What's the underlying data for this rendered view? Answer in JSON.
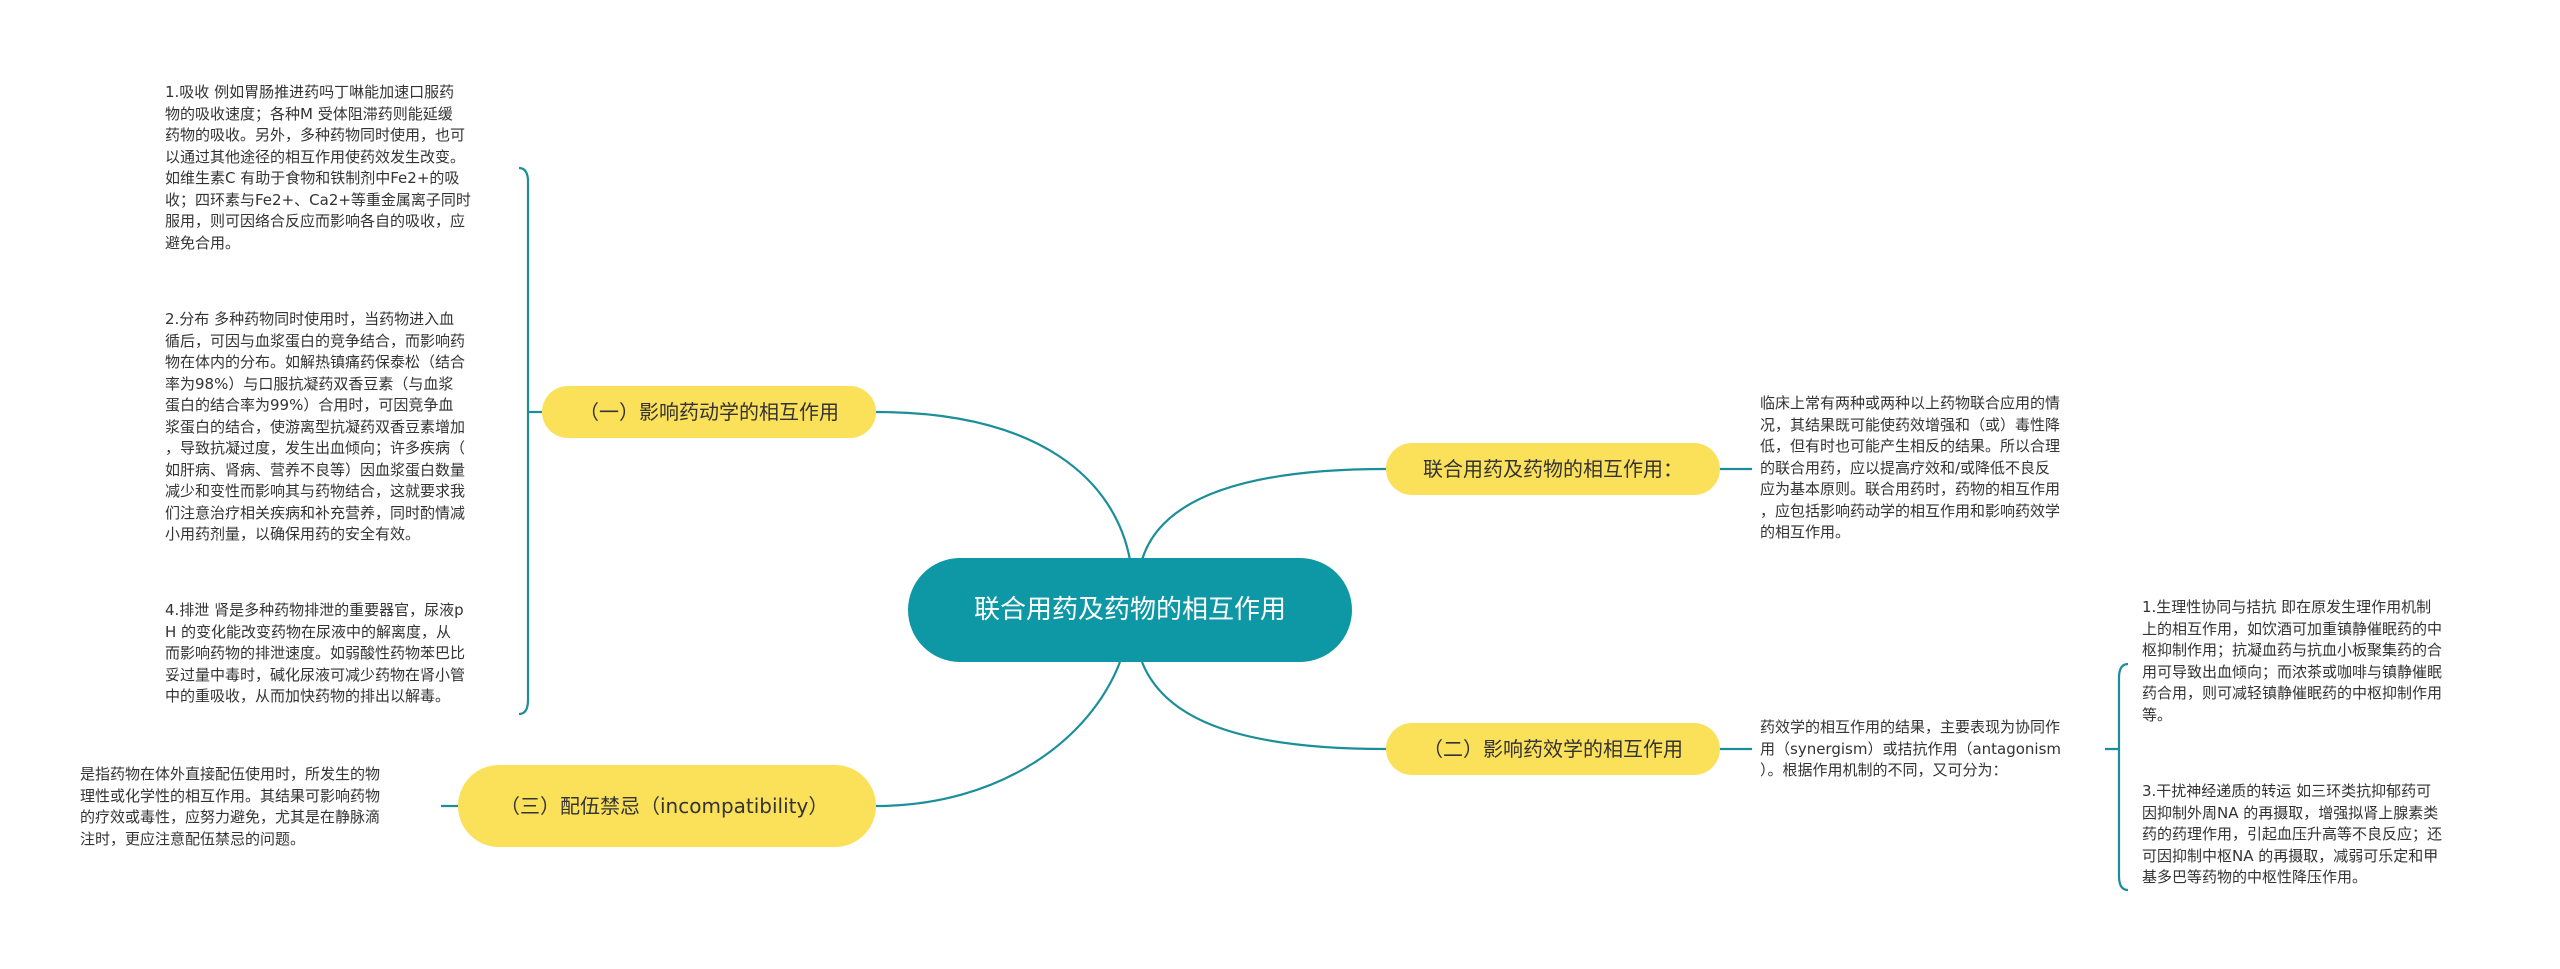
{
  "root": {
    "label": "联合用药及药物的相互作用"
  },
  "topics": {
    "pharmacokinetic": {
      "label": "（一）影响药动学的相互作用"
    },
    "overview": {
      "label": "联合用药及药物的相互作用："
    },
    "pharmacodynamic": {
      "label": "（二）影响药效学的相互作用"
    },
    "incompatibility": {
      "label": "（三）配伍禁忌（incompatibility）"
    }
  },
  "notes": {
    "absorption": "1.吸收 例如胃肠推进药吗丁啉能加速口服药\n物的吸收速度；各种M 受体阻滞药则能延缓\n药物的吸收。另外，多种药物同时使用，也可\n以通过其他途径的相互作用使药效发生改变。\n如维生素C 有助于食物和铁制剂中Fe2+的吸\n收；四环素与Fe2+、Ca2+等重金属离子同时\n服用，则可因络合反应而影响各自的吸收，应\n避免合用。",
    "distribution": "2.分布 多种药物同时使用时，当药物进入血\n循后，可因与血浆蛋白的竞争结合，而影响药\n物在体内的分布。如解热镇痛药保泰松（结合\n率为98%）与口服抗凝药双香豆素（与血浆\n蛋白的结合率为99%）合用时，可因竞争血\n浆蛋白的结合，使游离型抗凝药双香豆素增加\n，导致抗凝过度，发生出血倾向；许多疾病（\n如肝病、肾病、营养不良等）因血浆蛋白数量\n减少和变性而影响其与药物结合，这就要求我\n们注意治疗相关疾病和补充营养，同时酌情减\n小用药剂量，以确保用药的安全有效。",
    "excretion": "4.排泄 肾是多种药物排泄的重要器官，尿液p\nH 的变化能改变药物在尿液中的解离度，从\n而影响药物的排泄速度。如弱酸性药物苯巴比\n妥过量中毒时，碱化尿液可减少药物在肾小管\n中的重吸收，从而加快药物的排出以解毒。",
    "incompat_desc": "是指药物在体外直接配伍使用时，所发生的物\n理性或化学性的相互作用。其结果可影响药物\n的疗效或毒性，应努力避免，尤其是在静脉滴\n注时，更应注意配伍禁忌的问题。",
    "overview_desc": "临床上常有两种或两种以上药物联合应用的情\n况，其结果既可能使药效增强和（或）毒性降\n低，但有时也可能产生相反的结果。所以合理\n的联合用药，应以提高疗效和/或降低不良反\n应为基本原则。联合用药时，药物的相互作用\n，应包括影响药动学的相互作用和影响药效学\n的相互作用。",
    "pd_desc": "药效学的相互作用的结果，主要表现为协同作\n用（synergism）或拮抗作用（antagonism\n）。根据作用机制的不同，又可分为：",
    "synergy": "1.生理性协同与拮抗 即在原发生理作用机制\n上的相互作用，如饮酒可加重镇静催眠药的中\n枢抑制作用；抗凝血药与抗血小板聚集药的合\n用可导致出血倾向；而浓茶或咖啡与镇静催眠\n药合用，则可减轻镇静催眠药的中枢抑制作用\n等。",
    "transmitter": "3.干扰神经递质的转运 如三环类抗抑郁药可\n因抑制外周NA 的再摄取，增强拟肾上腺素类\n药的药理作用，引起血压升高等不良反应；还\n可因抑制中枢NA 的再摄取，减弱可乐定和甲\n基多巴等药物的中枢性降压作用。"
  },
  "colors": {
    "root": "#0e97a4",
    "topic": "#fbe05a",
    "line": "#1b8e9a"
  }
}
